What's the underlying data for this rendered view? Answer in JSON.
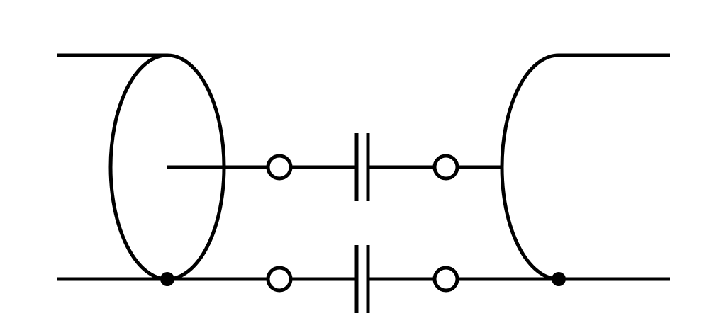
{
  "diagram": {
    "type": "circuit-schematic",
    "description_components": [
      "coaxial-cable-left",
      "coaxial-cable-right",
      "capacitor",
      "capacitor",
      "terminal",
      "terminal",
      "terminal",
      "terminal",
      "junction",
      "junction"
    ],
    "colors": {
      "stroke": "#000000",
      "background": "#ffffff",
      "terminal_fill": "#ffffff"
    }
  }
}
